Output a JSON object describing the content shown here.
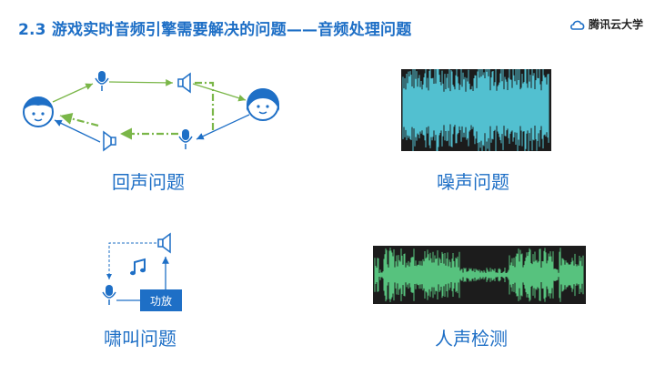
{
  "slide": {
    "title": "2.3 游戏实时音频引擎需要解决的问题——音频处理问题",
    "logo_text": "腾讯云大学"
  },
  "panels": {
    "echo_caption": "回声问题",
    "noise_caption": "噪声问题",
    "howl_caption": "啸叫问题",
    "vad_caption": "人声检测",
    "amp_label": "功放"
  },
  "colors": {
    "accent": "#1e6fc6",
    "arrow_green": "#7ab648",
    "noise_wave": "#5ad4e6",
    "voice_wave": "#5fd68a",
    "wave_bg": "#1c1c1c"
  }
}
